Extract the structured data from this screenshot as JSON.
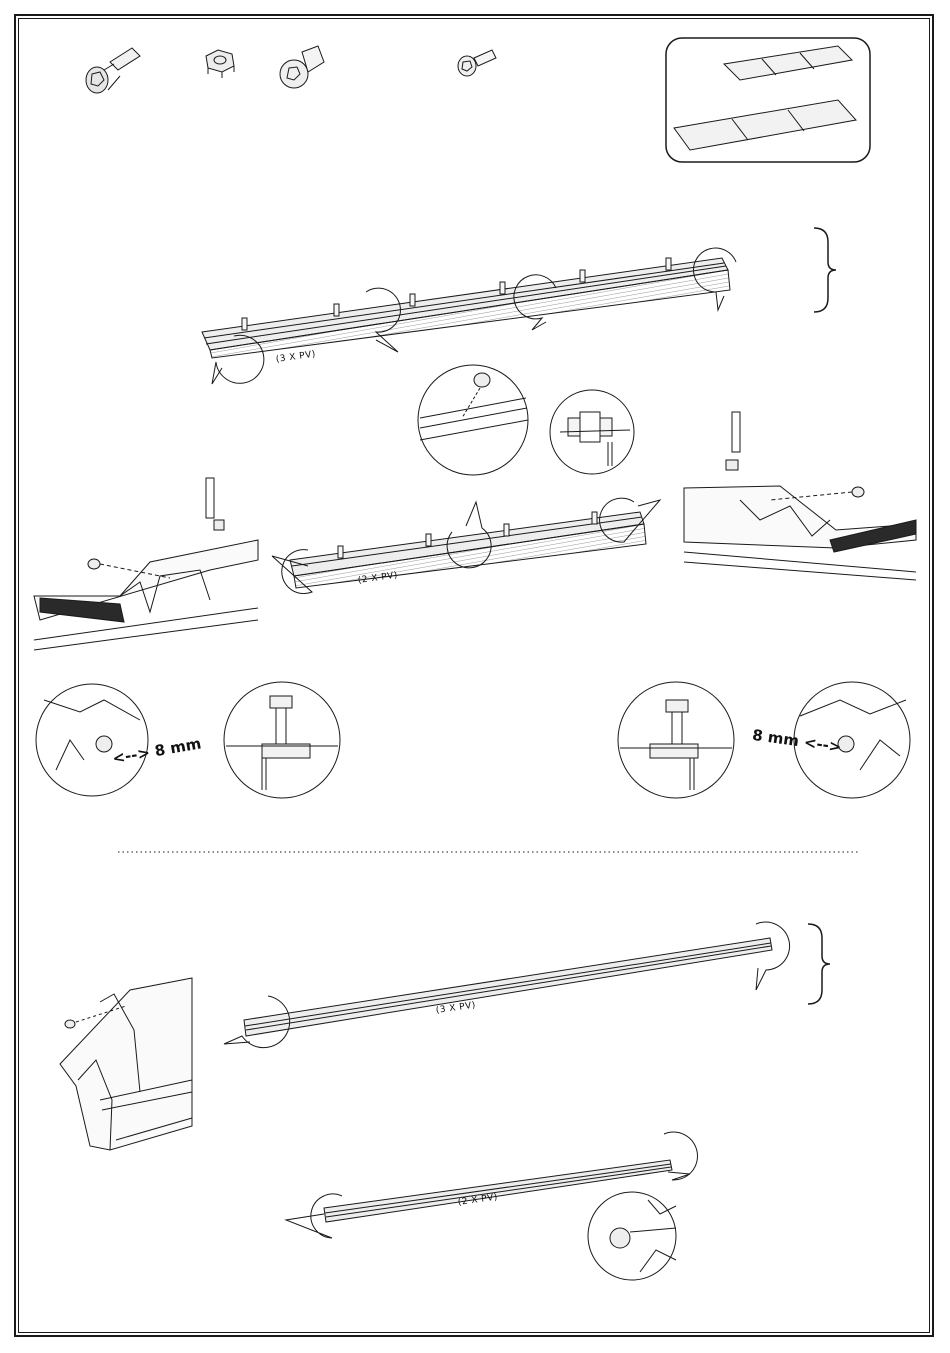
{
  "labels": {
    "rail_top": "(3 X PV)",
    "rail_middle": "(2 X PV)",
    "rail_lower_long": "(3 X PV)",
    "rail_lower_short": "(2 X PV)"
  },
  "dimensions": {
    "left_gap": "<--> 8 mm",
    "right_gap": "8 mm <-->"
  },
  "colors": {
    "line": "#1a1a1a",
    "rail_fill": "#d9d9d9",
    "rubber_strip": "#2a2a2a"
  },
  "icons": [
    "cap-screw-icon",
    "hex-nut-icon",
    "flange-nut-icon",
    "button-screw-icon",
    "solar-panels-icon"
  ]
}
